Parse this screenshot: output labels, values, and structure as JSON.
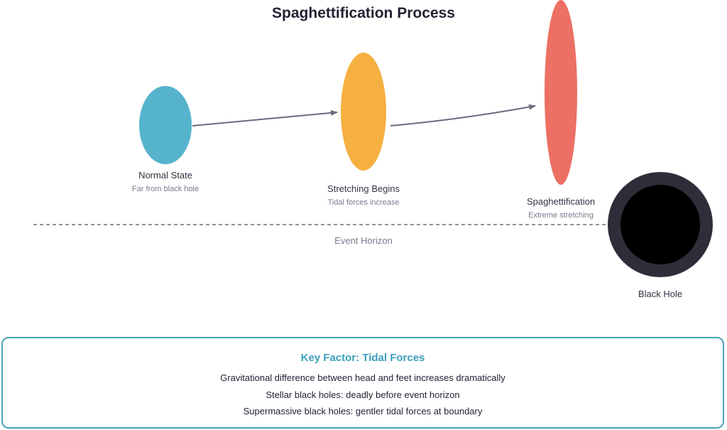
{
  "title": "Spaghettification Process",
  "stages": [
    {
      "label": "Normal State",
      "sublabel": "Far from black hole",
      "color": "#55b3cc"
    },
    {
      "label": "Stretching Begins",
      "sublabel": "Tidal forces increase",
      "color": "#f5b041"
    },
    {
      "label": "Spaghettification",
      "sublabel": "Extreme stretching",
      "color": "#ec7063"
    }
  ],
  "black_hole": {
    "label": "Black Hole",
    "ring_color": "#2e2e3a",
    "core_color": "#000000"
  },
  "event_horizon": {
    "label": "Event Horizon",
    "line_color": "#6b6b80"
  },
  "arrow_color": "#6b6b80",
  "key_factor": {
    "title": "Key Factor: Tidal Forces",
    "lines": [
      "Gravitational difference between head and feet increases dramatically",
      "Stellar black holes: deadly before event horizon",
      "Supermassive black holes: gentler tidal forces at boundary"
    ],
    "border_color": "#4aa3b8",
    "title_color": "#3a9fba"
  }
}
